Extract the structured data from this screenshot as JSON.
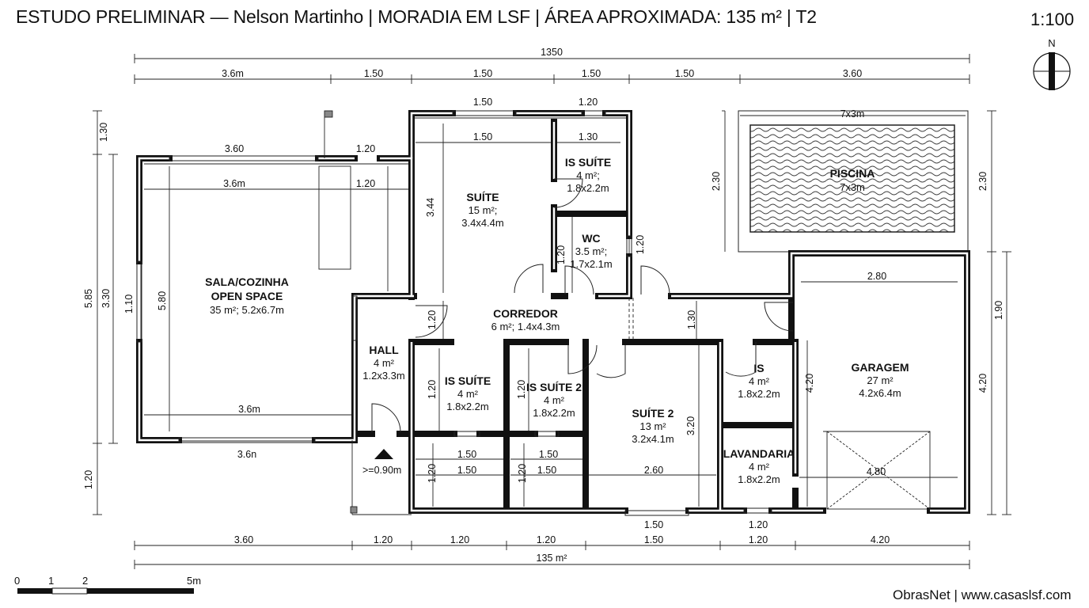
{
  "header": {
    "title": "ESTUDO PRELIMINAR — Nelson Martinho | MORADIA EM LSF | ÁREA APROXIMADA: 135 m² | T2",
    "scale": "1:100",
    "north_label": "N"
  },
  "footer": {
    "credit": "ObrasNet | www.casaslsf.com"
  },
  "rooms": {
    "sala": {
      "name": "SALA/COZINHA",
      "name2": "OPEN SPACE",
      "info": "35 m²; 5.2x6.7m"
    },
    "suite": {
      "name": "SUÍTE",
      "area": "15 m²;",
      "size": "3.4x4.4m"
    },
    "is_suite_top": {
      "name": "IS SUÍTE",
      "area": "4 m²;",
      "size": "1.8x2.2m"
    },
    "wc": {
      "name": "WC",
      "area": "3.5 m²;",
      "size": "1.7x2.1m"
    },
    "corredor": {
      "name": "CORREDOR",
      "info": "6 m²; 1.4x4.3m"
    },
    "hall": {
      "name": "HALL",
      "area": "4 m²",
      "size": "1.2x3.3m"
    },
    "is_suite_1": {
      "name": "IS SUÍTE",
      "area": "4 m²",
      "size": "1.8x2.2m"
    },
    "is_suite_2": {
      "name": "IS SUÍTE 2",
      "area": "4 m²",
      "size": "1.8x2.2m"
    },
    "suite_2": {
      "name": "SUÍTE 2",
      "area": "13 m²",
      "size": "3.2x4.1m"
    },
    "is": {
      "name": "IS",
      "area": "4 m²",
      "size": "1.8x2.2m"
    },
    "lavandaria": {
      "name": "LAVANDARIA",
      "area": "4 m²",
      "size": "1.8x2.2m"
    },
    "garagem": {
      "name": "GARAGEM",
      "area": "27 m²",
      "size": "4.2x6.4m"
    },
    "piscina": {
      "name": "PISCINA",
      "size": "7x3m",
      "dim_label": "7x3m"
    }
  },
  "entrance": {
    "label": ">=0.90m"
  },
  "dims": {
    "top_total": "1350",
    "top_row": [
      "3.6m",
      "1.50",
      "1.50",
      "1.50",
      "1.50",
      "3.60"
    ],
    "bottom_row": [
      "3.60",
      "1.20",
      "1.20",
      "1.20",
      "1.50",
      "1.20",
      "4.20"
    ],
    "bottom_total": "135 m²",
    "left_outer": [
      "1.30",
      "5.85",
      "1.20"
    ],
    "left_inner": [
      "3.30"
    ],
    "right_outer": [
      "2.30",
      "1.90",
      "4.20"
    ],
    "inner": {
      "sala_top_a": "3.60",
      "sala_top_b": "1.20",
      "sala_in_a": "3.6m",
      "sala_in_b": "1.20",
      "sala_bottom_in": "3.6m",
      "sala_bottom_out": "3.6n",
      "sala_v_a": "1.10",
      "sala_v_b": "5.80",
      "suite_top_a": "1.50",
      "suite_top_b": "1.20",
      "suite_in_a": "1.50",
      "suite_in_b": "1.30",
      "suite_v": "3.44",
      "wc_v_a": "1.20",
      "wc_v_b": "1.20",
      "corr_v_a": "1.20",
      "corr_v_b": "1.30",
      "iss_v_a": "1.20",
      "iss_v_b": "1.20",
      "bot_a": "1.50",
      "bot_b": "1.50",
      "bot_c": "1.50",
      "bot_d": "1.50",
      "bot_e": "2.60",
      "bot_v_a": "1.20",
      "bot_v_b": "1.20",
      "suite2_v": "3.20",
      "garage_w": "2.80",
      "garage_v": "4.20",
      "garage_bottom": "4.80",
      "piscina_v": "2.30",
      "bottom_under_a": "1.50",
      "bottom_under_b": "1.20"
    }
  },
  "scale_bar": {
    "labels": [
      "0",
      "1",
      "2",
      "5m"
    ]
  }
}
